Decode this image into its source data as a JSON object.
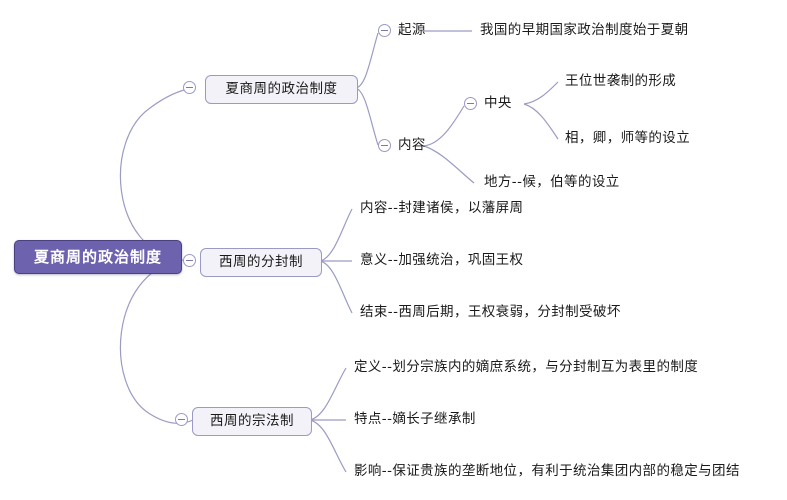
{
  "diagram": {
    "type": "mind-map",
    "title": "夏商周的政治制度",
    "background_color": "#ffffff",
    "root_fill": "#6d62ae",
    "root_text_color": "#ffffff",
    "branch_fill": "#f2f2f8",
    "branch_border": "#9a9ac6",
    "edge_color": "#9b9bc4",
    "toggle_icon": "collapse-minus-icon"
  },
  "root": {
    "label": "夏商周的政治制度"
  },
  "branches": [
    {
      "label": "夏商周的政治制度",
      "children": [
        {
          "label": "起源",
          "children": [
            {
              "label": "我国的早期国家政治制度始于夏朝"
            }
          ]
        },
        {
          "label": "内容",
          "children": [
            {
              "label": "中央",
              "children": [
                {
                  "label": "王位世袭制的形成"
                },
                {
                  "label": "相，卿，师等的设立"
                }
              ]
            },
            {
              "label": "地方--候，伯等的设立"
            }
          ]
        }
      ]
    },
    {
      "label": "西周的分封制",
      "children": [
        {
          "label": "内容--封建诸侯，以藩屏周"
        },
        {
          "label": "意义--加强统治，巩固王权"
        },
        {
          "label": "结束--西周后期，王权衰弱，分封制受破坏"
        }
      ]
    },
    {
      "label": "西周的宗法制",
      "children": [
        {
          "label": "定义--划分宗族内的嫡庶系统，与分封制互为表里的制度"
        },
        {
          "label": "特点--嫡长子继承制"
        },
        {
          "label": "影响--保证贵族的垄断地位，有利于统治集团内部的稳定与团结"
        }
      ]
    }
  ]
}
